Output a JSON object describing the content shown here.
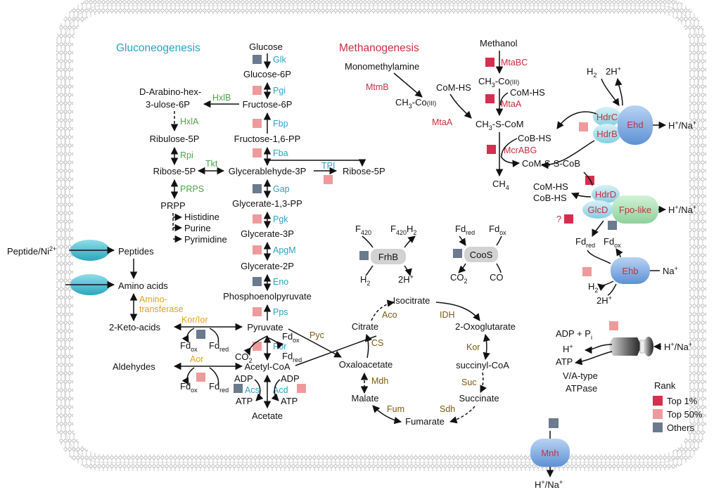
{
  "titles": {
    "gluco": "Gluconeogenesis",
    "metha": "Methanogenesis"
  },
  "colors": {
    "rank_top1": "#d62e4e",
    "rank_top50": "#ee9a9c",
    "rank_other": "#6b7a8d",
    "gluco_enzyme": "#29a3c6",
    "ppp_enzyme": "#4ba64b",
    "metha_enzyme": "#c4313f",
    "tca_enzyme": "#7a5a12",
    "aa_enzyme": "#e6a01e"
  },
  "gluco": {
    "metabolites": [
      "Glucose",
      "Glucose-6P",
      "Fructose-6P",
      "Fructose-1,6-PP",
      "Glycerablehyde-3P",
      "Glycerate-1,3-PP",
      "Glycerate-3P",
      "Glycerate-2P",
      "Phosphoenolpyruvate",
      "Pyruvate",
      "Acetyl-CoA",
      "Acetate"
    ],
    "enzymes": [
      "Glk",
      "Pgi",
      "Fbp",
      "Fba",
      "Gap",
      "Pgk",
      "ApgM",
      "Eno",
      "Pps",
      "Por",
      "Acs",
      "Acd",
      "TPI"
    ]
  },
  "ppp": {
    "metabolites": [
      "D-Arabino-hex-",
      "3-ulose-6P",
      "Ribulose-5P",
      "Ribose-5P",
      "PRPP",
      "Histidine",
      "Purine",
      "Pyrimidine",
      "Ribose-5P"
    ],
    "enzymes": [
      "HxlB",
      "HxlA",
      "Rpi",
      "Tkt",
      "PRPS"
    ]
  },
  "aa": {
    "labels": [
      "Peptide/Ni",
      "2+",
      "Peptides",
      "Amino acids",
      "2-Keto-acids",
      "Aldehydes"
    ],
    "enzymes": [
      "Amino-",
      "transferase",
      "Kor/Ior",
      "Aor"
    ]
  },
  "cofactors": {
    "fd": "Fd",
    "ox": "ox",
    "red": "red",
    "co2": "CO",
    "two": "2",
    "adp": "ADP",
    "atp": "ATP"
  },
  "tca": {
    "metabolites": [
      "Isocitrate",
      "2-Oxoglutarate",
      "succinyl-CoA",
      "Succinate",
      "Fumarate",
      "Malate",
      "Oxaloacetate",
      "Citrate"
    ],
    "enzymes": [
      "Aco",
      "IDH",
      "Kor",
      "Suc",
      "Sdh",
      "Fum",
      "Mdh",
      "CS",
      "Pyc"
    ]
  },
  "metha": {
    "metabolites": [
      "Methanol",
      "Monomethylamine",
      "CH",
      "-Co",
      "(III)",
      "CoM-HS",
      "CoM-HS",
      "-S-CoM",
      "CoB-HS",
      "CoM-S-S-CoB",
      "CH"
    ],
    "enzymes": [
      "MtaBC",
      "MtmB",
      "MtaA",
      "MtaA",
      "McrABG"
    ]
  },
  "frh": {
    "f420": "F",
    "f420_sub": "420",
    "h2": "H",
    "h_sub": "2",
    "label": "FrhB",
    "two_h": "2H",
    "plus": "+"
  },
  "coos": {
    "label": "CooS",
    "co": "CO"
  },
  "membrane": {
    "hdr_top": [
      "H",
      "2H",
      "HdrC",
      "HdrB",
      "Ehd",
      "H",
      "/Na"
    ],
    "fpo": [
      "HdrD",
      "GlcD",
      "Fpo-like",
      "CoM-HS",
      "CoB-HS",
      "?",
      "H",
      "/Na"
    ],
    "ehb": [
      "Ehb",
      "Na",
      "H",
      "2H"
    ],
    "atpase": [
      "ADP + P",
      "i",
      "H",
      "ATP",
      "V/A-type",
      "ATPase",
      "H",
      "/Na"
    ],
    "mnh": [
      "Mnh",
      "H",
      "/Na"
    ]
  },
  "legend": {
    "title": "Rank",
    "items": [
      "Top 1%",
      "Top 50%",
      "Others"
    ]
  }
}
